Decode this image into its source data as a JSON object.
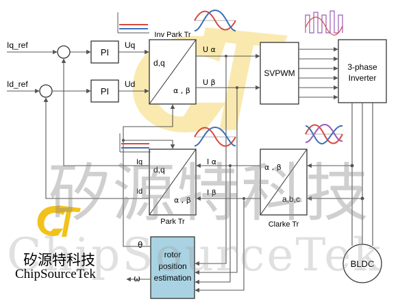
{
  "inputs": {
    "iq_ref": "Iq_ref",
    "id_ref": "Id_ref"
  },
  "pi_q": "PI",
  "pi_d": "PI",
  "signals": {
    "uq": "Uq",
    "ud": "Ud",
    "u_alpha": "U α",
    "u_beta": "U β",
    "i_alpha": "I α",
    "i_beta": "I β",
    "iq": "Iq",
    "id": "Id",
    "theta": "θ",
    "omega": "ω"
  },
  "inv_park": {
    "title": "Inv Park Tr",
    "in_label": "d,q",
    "out_label": "α , β"
  },
  "svpwm": {
    "label": "SVPWM"
  },
  "inverter": {
    "line1": "3-phase",
    "line2": "Inverter"
  },
  "park": {
    "title": "Park Tr",
    "in_label": "d,q",
    "out_label": "α , β"
  },
  "clarke": {
    "title": "Clarke Tr",
    "in_label": "α , β",
    "out_label": "a,b,c"
  },
  "rotor": {
    "line1": "rotor",
    "line2": "position",
    "line3": "estimation"
  },
  "motor": {
    "label": "BLDC"
  },
  "watermark": {
    "cn": "矽源特科技",
    "latin": "ChipSourceTek"
  },
  "logo": {
    "cn": "矽源特科技",
    "en": "ChipSourceTek"
  },
  "colors": {
    "line": "#555555",
    "box": "#333333",
    "rotor_fill": "#a9d3e3",
    "logo_yellow": "#f2c21c",
    "wave_red": "#d9473c",
    "wave_blue": "#3b6fb6",
    "wave_purple": "#9b59b6"
  }
}
